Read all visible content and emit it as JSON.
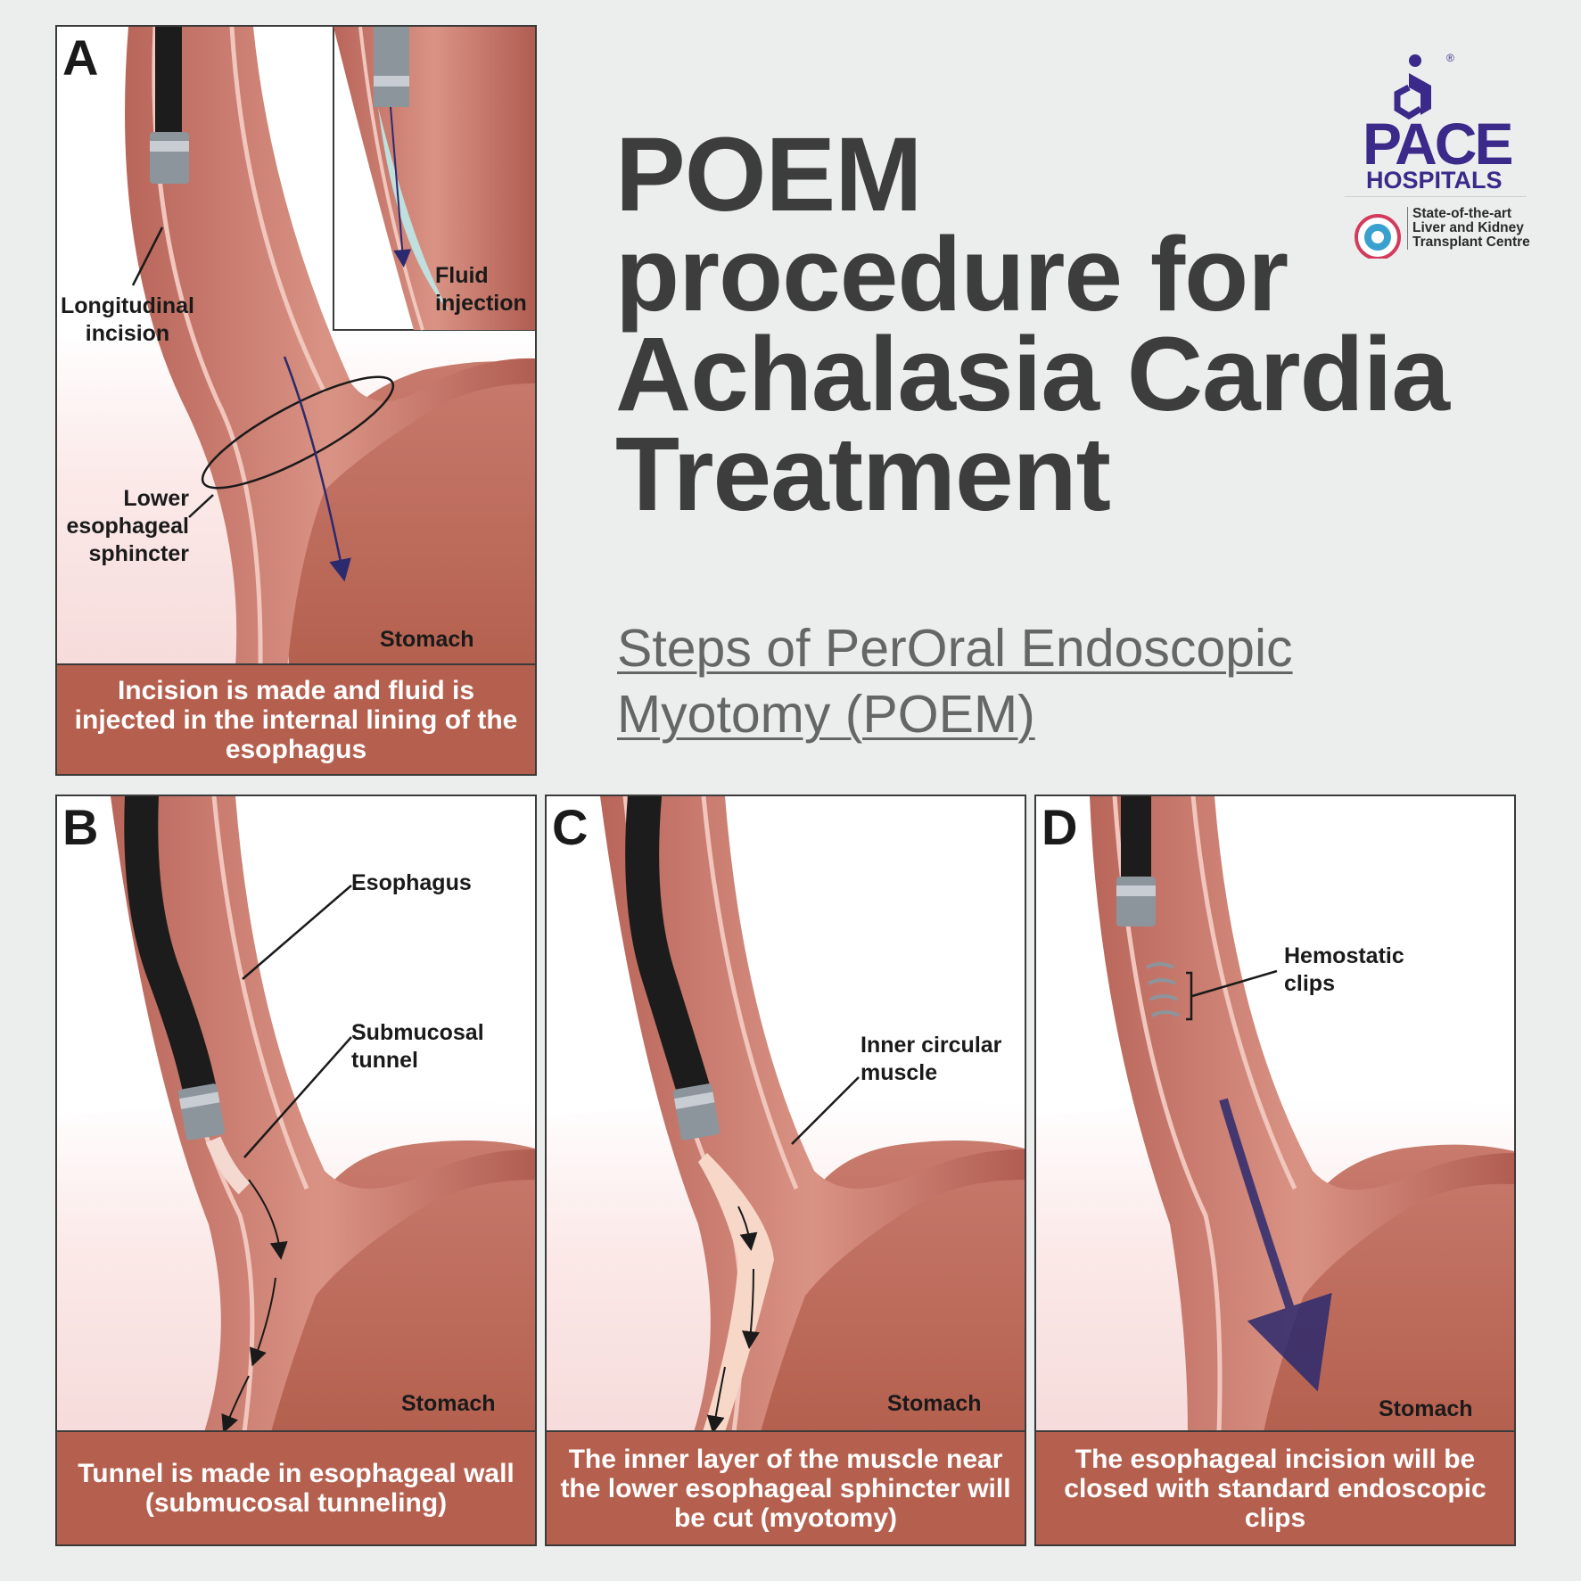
{
  "title": {
    "lines": [
      "POEM",
      "procedure for",
      "Achalasia Cardia",
      "Treatment"
    ]
  },
  "subtitle": {
    "lines": [
      "Steps of PerOral Endoscopic",
      "Myotomy (POEM)"
    ]
  },
  "brand": {
    "name": "PACE",
    "sub": "HOSPITALS",
    "registered": "®",
    "tagline": [
      "State-of-the-art",
      "Liver and Kidney",
      "Transplant Centre"
    ],
    "color": "#3b2a8a"
  },
  "panels": {
    "a": {
      "letter": "A",
      "labels": {
        "incision": [
          "Longitudinal",
          "incision"
        ],
        "fluid": [
          "Fluid",
          "injection"
        ],
        "sphincter": [
          "Lower",
          "esophageal",
          "sphincter"
        ],
        "stomach": "Stomach"
      },
      "caption": "Incision is made and fluid is injected in the internal lining of the esophagus"
    },
    "b": {
      "letter": "B",
      "labels": {
        "esophagus": "Esophagus",
        "tunnel": [
          "Submucosal",
          "tunnel"
        ],
        "stomach": "Stomach"
      },
      "caption": "Tunnel is made in esophageal wall (submucosal tunneling)"
    },
    "c": {
      "letter": "C",
      "labels": {
        "muscle": [
          "Inner circular",
          "muscle"
        ],
        "stomach": "Stomach"
      },
      "caption": "The inner layer of the muscle near the lower esophageal sphincter will be cut (myotomy)"
    },
    "d": {
      "letter": "D",
      "labels": {
        "clips": [
          "Hemostatic",
          "clips"
        ],
        "stomach": "Stomach"
      },
      "caption": "The esophageal incision will be closed with standard endoscopic clips"
    }
  },
  "colors": {
    "caption_bg": "#b5604f",
    "tissue": "#c9776a",
    "tissue_dark": "#a9574b",
    "title": "#3d3d3d"
  }
}
